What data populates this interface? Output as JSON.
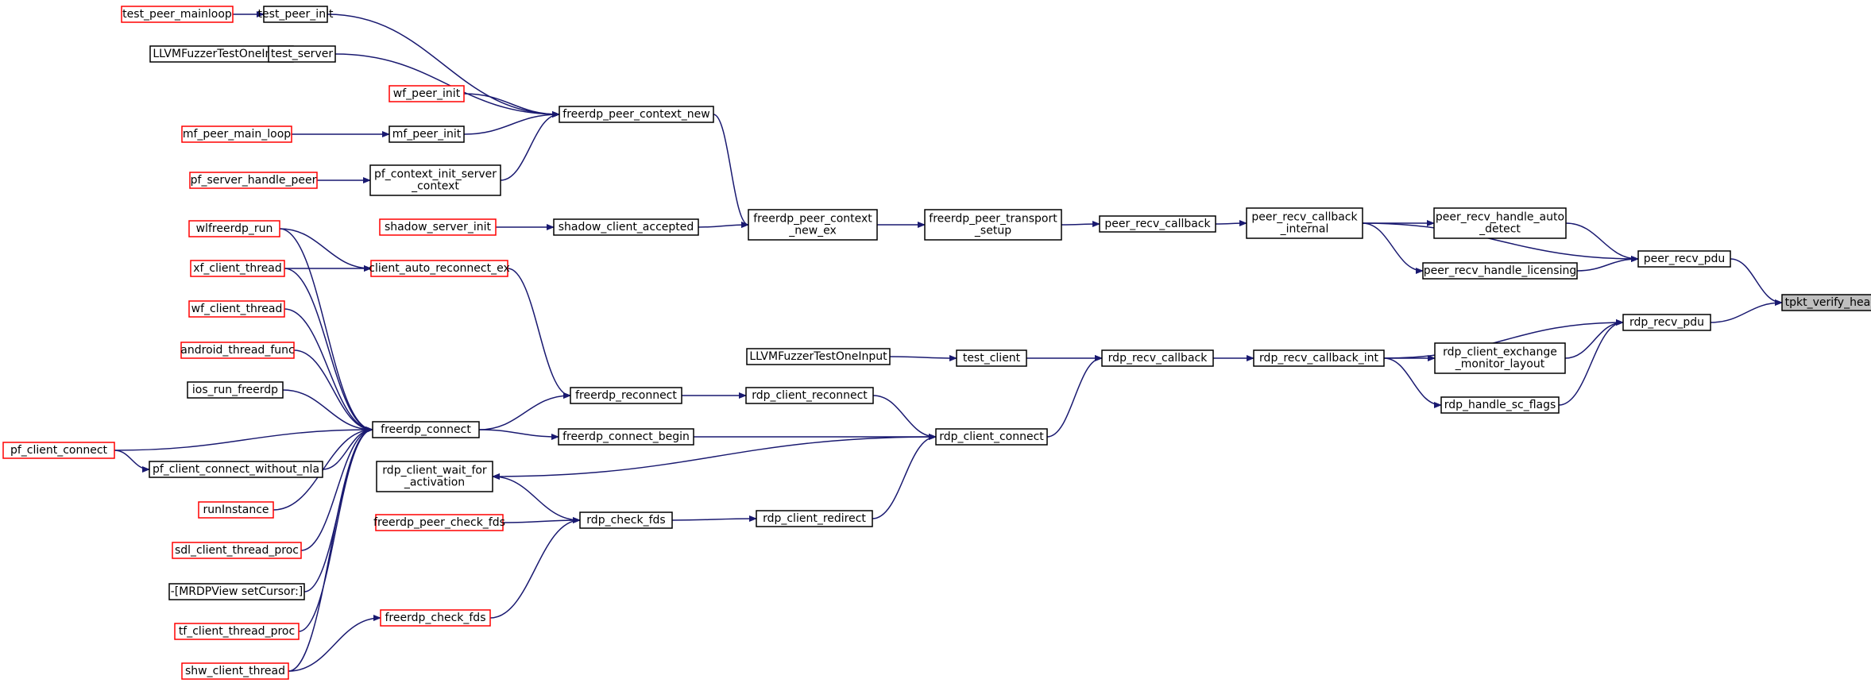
{
  "colors": {
    "edge": "#191970",
    "node_border_default": "#000000",
    "node_border_truncated": "#ff0000",
    "node_fill": "#ffffff",
    "root_fill": "#bfbfbf"
  },
  "nodes": {
    "test_peer_mainloop": {
      "lines": [
        "test_peer_mainloop"
      ],
      "style": "red"
    },
    "test_peer_init": {
      "lines": [
        "test_peer_init"
      ],
      "style": "black"
    },
    "llvm_fuzzer_1": {
      "lines": [
        "LLVMFuzzerTestOneInput"
      ],
      "style": "black"
    },
    "test_server": {
      "lines": [
        "test_server"
      ],
      "style": "black"
    },
    "wf_peer_init": {
      "lines": [
        "wf_peer_init"
      ],
      "style": "red"
    },
    "mf_peer_main_loop": {
      "lines": [
        "mf_peer_main_loop"
      ],
      "style": "red"
    },
    "mf_peer_init": {
      "lines": [
        "mf_peer_init"
      ],
      "style": "black"
    },
    "pf_server_handle_peer": {
      "lines": [
        "pf_server_handle_peer"
      ],
      "style": "red"
    },
    "pf_context_init_server_context": {
      "lines": [
        "pf_context_init_server",
        "_context"
      ],
      "style": "black"
    },
    "freerdp_peer_context_new": {
      "lines": [
        "freerdp_peer_context_new"
      ],
      "style": "black"
    },
    "shadow_server_init": {
      "lines": [
        "shadow_server_init"
      ],
      "style": "red"
    },
    "shadow_client_accepted": {
      "lines": [
        "shadow_client_accepted"
      ],
      "style": "black"
    },
    "freerdp_peer_context_new_ex": {
      "lines": [
        "freerdp_peer_context",
        "_new_ex"
      ],
      "style": "black"
    },
    "freerdp_peer_transport_setup": {
      "lines": [
        "freerdp_peer_transport",
        "_setup"
      ],
      "style": "black"
    },
    "peer_recv_callback": {
      "lines": [
        "peer_recv_callback"
      ],
      "style": "black"
    },
    "peer_recv_callback_internal": {
      "lines": [
        "peer_recv_callback",
        "_internal"
      ],
      "style": "black"
    },
    "peer_recv_handle_auto_detect": {
      "lines": [
        "peer_recv_handle_auto",
        "_detect"
      ],
      "style": "black"
    },
    "peer_recv_handle_licensing": {
      "lines": [
        "peer_recv_handle_licensing"
      ],
      "style": "black"
    },
    "peer_recv_pdu": {
      "lines": [
        "peer_recv_pdu"
      ],
      "style": "black"
    },
    "tpkt_verify_header": {
      "lines": [
        "tpkt_verify_header"
      ],
      "style": "root"
    },
    "rdp_recv_pdu": {
      "lines": [
        "rdp_recv_pdu"
      ],
      "style": "black"
    },
    "rdp_client_exchange_monitor_layout": {
      "lines": [
        "rdp_client_exchange",
        "_monitor_layout"
      ],
      "style": "black"
    },
    "rdp_handle_sc_flags": {
      "lines": [
        "rdp_handle_sc_flags"
      ],
      "style": "black"
    },
    "rdp_recv_callback_int": {
      "lines": [
        "rdp_recv_callback_int"
      ],
      "style": "black"
    },
    "rdp_recv_callback": {
      "lines": [
        "rdp_recv_callback"
      ],
      "style": "black"
    },
    "test_client": {
      "lines": [
        "test_client"
      ],
      "style": "black"
    },
    "llvm_fuzzer_2": {
      "lines": [
        "LLVMFuzzerTestOneInput"
      ],
      "style": "black"
    },
    "wlfreerdp_run": {
      "lines": [
        "wlfreerdp_run"
      ],
      "style": "red"
    },
    "xf_client_thread": {
      "lines": [
        "xf_client_thread"
      ],
      "style": "red"
    },
    "client_auto_reconnect_ex": {
      "lines": [
        "client_auto_reconnect_ex"
      ],
      "style": "red"
    },
    "wf_client_thread": {
      "lines": [
        "wf_client_thread"
      ],
      "style": "red"
    },
    "android_thread_func": {
      "lines": [
        "android_thread_func"
      ],
      "style": "red"
    },
    "ios_run_freerdp": {
      "lines": [
        "ios_run_freerdp"
      ],
      "style": "black"
    },
    "freerdp_reconnect": {
      "lines": [
        "freerdp_reconnect"
      ],
      "style": "black"
    },
    "rdp_client_reconnect": {
      "lines": [
        "rdp_client_reconnect"
      ],
      "style": "black"
    },
    "freerdp_connect": {
      "lines": [
        "freerdp_connect"
      ],
      "style": "black"
    },
    "freerdp_connect_begin": {
      "lines": [
        "freerdp_connect_begin"
      ],
      "style": "black"
    },
    "rdp_client_connect": {
      "lines": [
        "rdp_client_connect"
      ],
      "style": "black"
    },
    "pf_client_connect": {
      "lines": [
        "pf_client_connect"
      ],
      "style": "red"
    },
    "pf_client_connect_without_nla": {
      "lines": [
        "pf_client_connect_without_nla"
      ],
      "style": "black"
    },
    "rdp_client_wait_for_activation": {
      "lines": [
        "rdp_client_wait_for",
        "_activation"
      ],
      "style": "black"
    },
    "runInstance": {
      "lines": [
        "runInstance"
      ],
      "style": "red"
    },
    "freerdp_peer_check_fds": {
      "lines": [
        "freerdp_peer_check_fds"
      ],
      "style": "red"
    },
    "rdp_check_fds": {
      "lines": [
        "rdp_check_fds"
      ],
      "style": "black"
    },
    "rdp_client_redirect": {
      "lines": [
        "rdp_client_redirect"
      ],
      "style": "black"
    },
    "sdl_client_thread_proc": {
      "lines": [
        "sdl_client_thread_proc"
      ],
      "style": "red"
    },
    "mrdpview_setcursor": {
      "lines": [
        "-[MRDPView setCursor:]"
      ],
      "style": "black"
    },
    "tf_client_thread_proc": {
      "lines": [
        "tf_client_thread_proc"
      ],
      "style": "red"
    },
    "freerdp_check_fds": {
      "lines": [
        "freerdp_check_fds"
      ],
      "style": "red"
    },
    "shw_client_thread": {
      "lines": [
        "shw_client_thread"
      ],
      "style": "red"
    }
  },
  "edges": [
    [
      "test_peer_mainloop",
      "test_peer_init"
    ],
    [
      "llvm_fuzzer_1",
      "test_server"
    ],
    [
      "mf_peer_main_loop",
      "mf_peer_init"
    ],
    [
      "pf_server_handle_peer",
      "pf_context_init_server_context"
    ],
    [
      "test_peer_init",
      "freerdp_peer_context_new"
    ],
    [
      "test_server",
      "freerdp_peer_context_new"
    ],
    [
      "wf_peer_init",
      "freerdp_peer_context_new"
    ],
    [
      "mf_peer_init",
      "freerdp_peer_context_new"
    ],
    [
      "pf_context_init_server_context",
      "freerdp_peer_context_new"
    ],
    [
      "freerdp_peer_context_new",
      "freerdp_peer_context_new_ex"
    ],
    [
      "shadow_server_init",
      "shadow_client_accepted"
    ],
    [
      "shadow_client_accepted",
      "freerdp_peer_context_new_ex"
    ],
    [
      "freerdp_peer_context_new_ex",
      "freerdp_peer_transport_setup"
    ],
    [
      "freerdp_peer_transport_setup",
      "peer_recv_callback"
    ],
    [
      "peer_recv_callback",
      "peer_recv_callback_internal"
    ],
    [
      "peer_recv_callback_internal",
      "peer_recv_handle_auto_detect"
    ],
    [
      "peer_recv_callback_internal",
      "peer_recv_handle_licensing"
    ],
    [
      "peer_recv_callback_internal",
      "peer_recv_pdu"
    ],
    [
      "peer_recv_handle_auto_detect",
      "peer_recv_pdu"
    ],
    [
      "peer_recv_handle_licensing",
      "peer_recv_pdu"
    ],
    [
      "peer_recv_pdu",
      "tpkt_verify_header"
    ],
    [
      "rdp_recv_pdu",
      "tpkt_verify_header"
    ],
    [
      "rdp_recv_callback_int",
      "rdp_recv_pdu"
    ],
    [
      "rdp_recv_callback_int",
      "rdp_client_exchange_monitor_layout"
    ],
    [
      "rdp_recv_callback_int",
      "rdp_handle_sc_flags"
    ],
    [
      "rdp_client_exchange_monitor_layout",
      "rdp_recv_pdu"
    ],
    [
      "rdp_handle_sc_flags",
      "rdp_recv_pdu"
    ],
    [
      "rdp_recv_callback",
      "rdp_recv_callback_int"
    ],
    [
      "test_client",
      "rdp_recv_callback"
    ],
    [
      "llvm_fuzzer_2",
      "test_client"
    ],
    [
      "rdp_client_connect",
      "rdp_recv_callback"
    ],
    [
      "wlfreerdp_run",
      "client_auto_reconnect_ex"
    ],
    [
      "xf_client_thread",
      "client_auto_reconnect_ex"
    ],
    [
      "client_auto_reconnect_ex",
      "freerdp_reconnect"
    ],
    [
      "freerdp_reconnect",
      "rdp_client_reconnect"
    ],
    [
      "rdp_client_reconnect",
      "rdp_client_connect"
    ],
    [
      "wlfreerdp_run",
      "freerdp_connect"
    ],
    [
      "xf_client_thread",
      "freerdp_connect"
    ],
    [
      "wf_client_thread",
      "freerdp_connect"
    ],
    [
      "android_thread_func",
      "freerdp_connect"
    ],
    [
      "ios_run_freerdp",
      "freerdp_connect"
    ],
    [
      "pf_client_connect",
      "freerdp_connect"
    ],
    [
      "pf_client_connect",
      "pf_client_connect_without_nla"
    ],
    [
      "pf_client_connect_without_nla",
      "freerdp_connect"
    ],
    [
      "runInstance",
      "freerdp_connect"
    ],
    [
      "sdl_client_thread_proc",
      "freerdp_connect"
    ],
    [
      "mrdpview_setcursor",
      "freerdp_connect"
    ],
    [
      "tf_client_thread_proc",
      "freerdp_connect"
    ],
    [
      "shw_client_thread",
      "freerdp_connect"
    ],
    [
      "freerdp_connect",
      "freerdp_reconnect"
    ],
    [
      "freerdp_connect",
      "freerdp_connect_begin"
    ],
    [
      "freerdp_connect_begin",
      "rdp_client_connect"
    ],
    [
      "rdp_client_connect",
      "rdp_client_wait_for_activation"
    ],
    [
      "rdp_check_fds",
      "rdp_client_wait_for_activation"
    ],
    [
      "freerdp_peer_check_fds",
      "rdp_check_fds"
    ],
    [
      "freerdp_check_fds",
      "rdp_check_fds"
    ],
    [
      "shw_client_thread",
      "freerdp_check_fds"
    ],
    [
      "rdp_check_fds",
      "rdp_client_redirect"
    ],
    [
      "rdp_client_redirect",
      "rdp_client_connect"
    ]
  ]
}
